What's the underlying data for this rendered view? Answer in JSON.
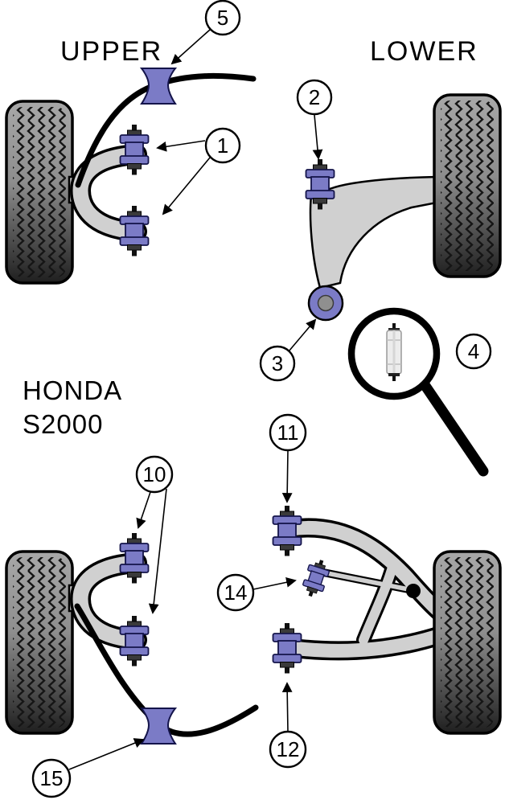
{
  "labels": {
    "upper": "UPPER",
    "lower": "LOWER",
    "brand_line1": "HONDA",
    "brand_line2": "S2000"
  },
  "callouts": {
    "c1": {
      "label": "1"
    },
    "c2": {
      "label": "2"
    },
    "c3": {
      "label": "3"
    },
    "c4": {
      "label": "4"
    },
    "c5": {
      "label": "5"
    },
    "c10": {
      "label": "10"
    },
    "c11": {
      "label": "11"
    },
    "c12": {
      "label": "12"
    },
    "c14": {
      "label": "14"
    },
    "c15": {
      "label": "15"
    }
  },
  "colors": {
    "bushing_purple": "#7b7bc6",
    "bushing_outline": "#14144a",
    "arm_gray": "#d0d0d0",
    "tire_dark": "#1f1f1f",
    "line": "#000000",
    "background": "#ffffff"
  }
}
